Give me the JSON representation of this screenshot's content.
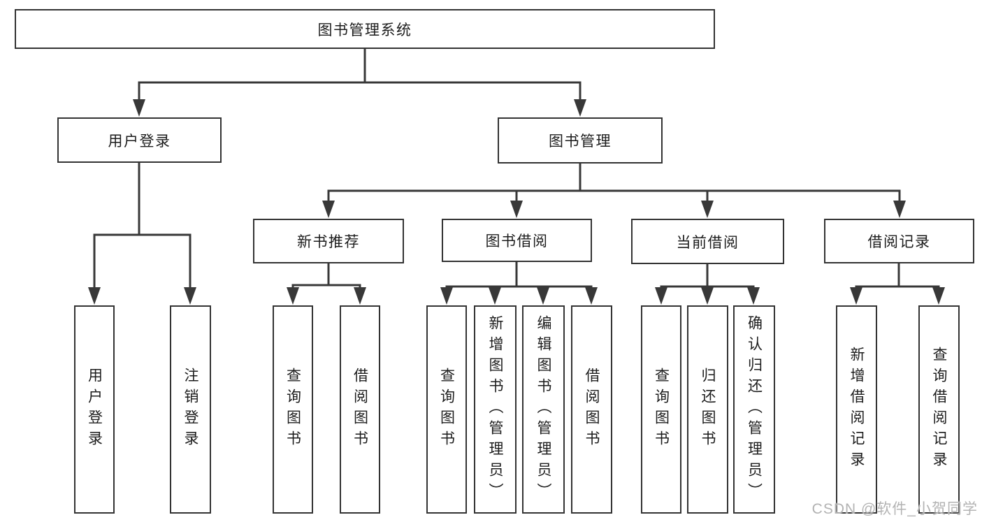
{
  "diagram_title": "图书管理系统",
  "nodes": {
    "root": "图书管理系统",
    "user_login": "用户登录",
    "book_mgmt": "图书管理",
    "new_book": "新书推荐",
    "book_borrow": "图书借阅",
    "current_borrow": "当前借阅",
    "borrow_record": "借阅记录",
    "leaf_user_login": "用户登录",
    "leaf_logout": "注销登录",
    "leaf_nb_query": "查询图书",
    "leaf_nb_borrow": "借阅图书",
    "leaf_bb_query": "查询图书",
    "leaf_bb_add": "新增图书（管理员）",
    "leaf_bb_edit": "编辑图书（管理员）",
    "leaf_bb_borrow": "借阅图书",
    "leaf_cb_query": "查询图书",
    "leaf_cb_return": "归还图书",
    "leaf_cb_confirm": "确认归还（管理员）",
    "leaf_br_add": "新增借阅记录",
    "leaf_br_query": "查询借阅记录"
  },
  "hierarchy": {
    "图书管理系统": {
      "用户登录": [
        "用户登录",
        "注销登录"
      ],
      "图书管理": {
        "新书推荐": [
          "查询图书",
          "借阅图书"
        ],
        "图书借阅": [
          "查询图书",
          "新增图书（管理员）",
          "编辑图书（管理员）",
          "借阅图书"
        ],
        "当前借阅": [
          "查询图书",
          "归还图书",
          "确认归还（管理员）"
        ],
        "借阅记录": [
          "新增借阅记录",
          "查询借阅记录"
        ]
      }
    }
  },
  "colors": {
    "line": "#383838",
    "border": "#333333",
    "text": "#1c1c1c",
    "watermark": "#b3b3b3",
    "background": "#ffffff"
  },
  "watermark": "CSDN @软件_小贺同学"
}
